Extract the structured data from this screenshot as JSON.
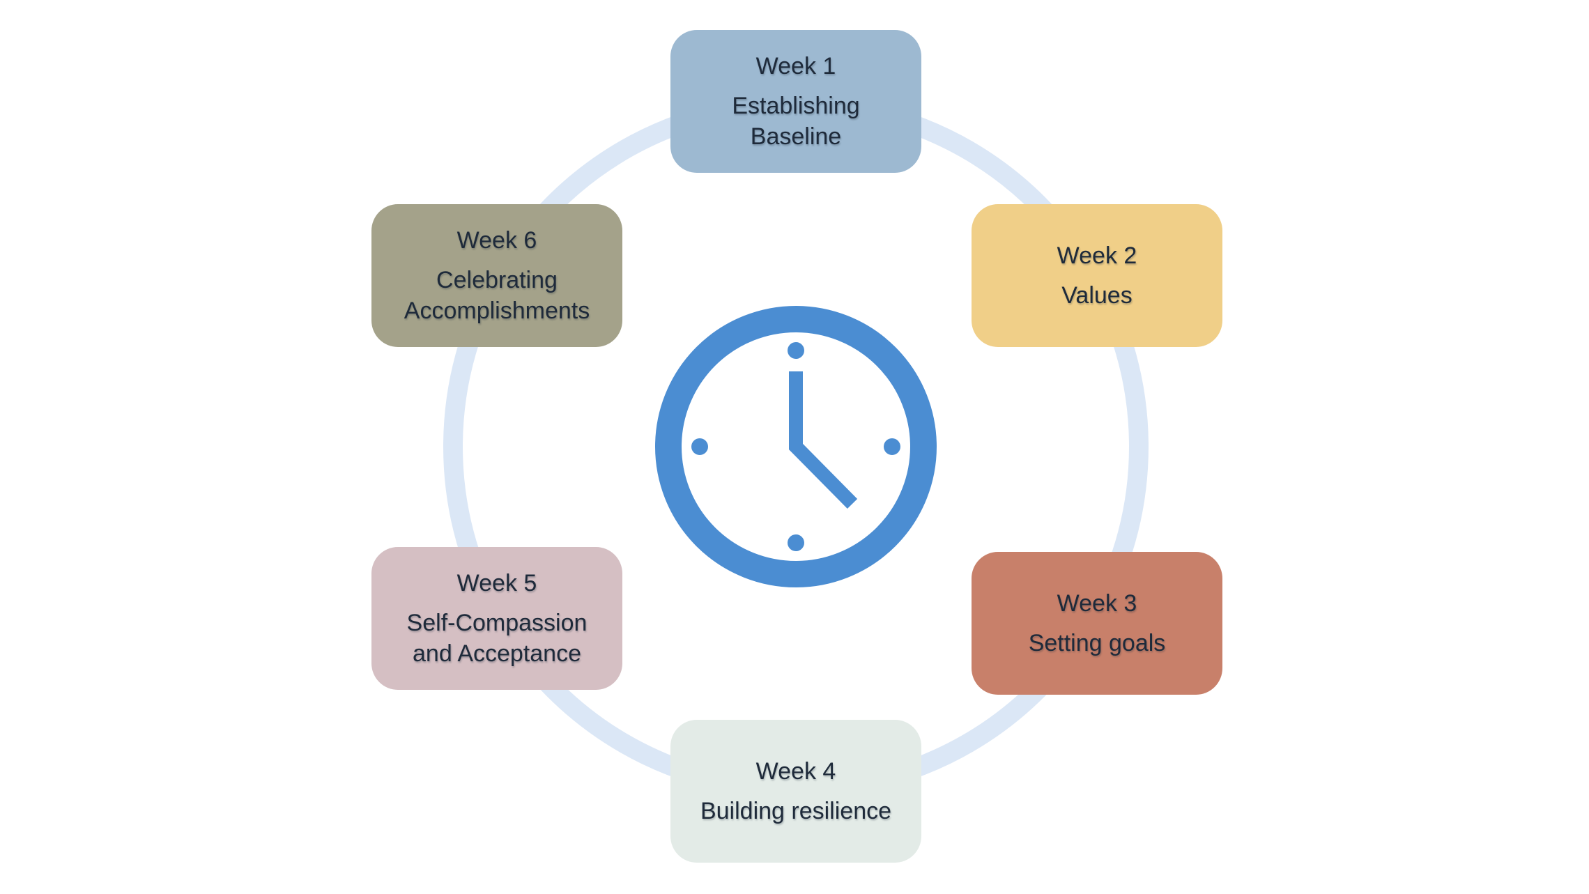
{
  "diagram": {
    "name": "six-week-program-cycle",
    "center_icon": "clock-icon",
    "ring_color": "#dbe7f6",
    "clock_color": "#4b8dd2",
    "text_color": "#1e2a3a",
    "weeks": [
      {
        "label": "Week 1",
        "topic": "Establishing Baseline",
        "color": "#9db9d1",
        "position": "top"
      },
      {
        "label": "Week 2",
        "topic": "Values",
        "color": "#f0cf88",
        "position": "top-right"
      },
      {
        "label": "Week 3",
        "topic": "Setting goals",
        "color": "#c8806a",
        "position": "bottom-right"
      },
      {
        "label": "Week 4",
        "topic": "Building resilience",
        "color": "#e3ebe7",
        "position": "bottom"
      },
      {
        "label": "Week 5",
        "topic": "Self-Compassion and Acceptance",
        "color": "#d5bfc3",
        "position": "bottom-left"
      },
      {
        "label": "Week 6",
        "topic": "Celebrating Accomplishments",
        "color": "#a4a28a",
        "position": "top-left"
      }
    ]
  }
}
